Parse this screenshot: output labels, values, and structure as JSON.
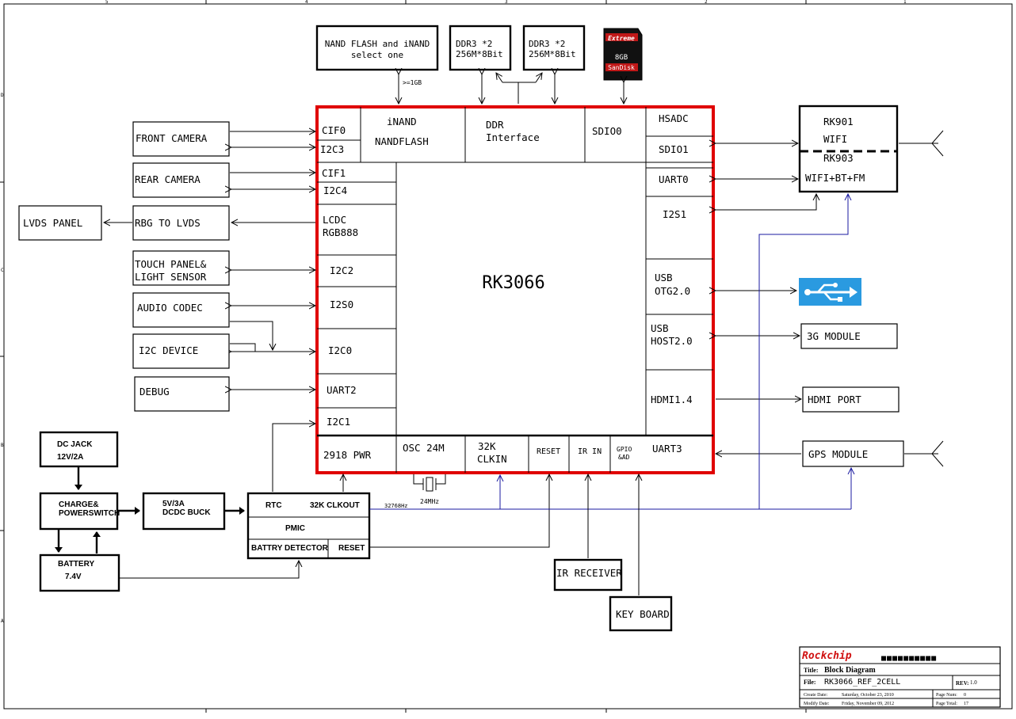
{
  "soc": {
    "name": "RK3066",
    "left_ports": {
      "cif0": "CIF0",
      "i2c3": "I2C3",
      "cif1": "CIF1",
      "i2c4": "I2C4",
      "lcdc_1": "LCDC",
      "lcdc_2": "RGB888",
      "i2c2": "I2C2",
      "i2s0": "I2S0",
      "i2c0": "I2C0",
      "uart2": "UART2",
      "i2c1": "I2C1"
    },
    "top_ports": {
      "inand": "iNAND",
      "nandflash": "NANDFLASH",
      "ddr_1": "DDR",
      "ddr_2": "Interface",
      "sdio0": "SDIO0"
    },
    "right_ports": {
      "hsadc": "HSADC",
      "sdio1": "SDIO1",
      "uart0": "UART0",
      "i2s1": "I2S1",
      "usb_otg_1": "USB",
      "usb_otg_2": "OTG2.0",
      "usb_host_1": "USB",
      "usb_host_2": "HOST2.0",
      "hdmi": "HDMI1.4"
    },
    "bottom_ports": {
      "pwr": "2918 PWR",
      "osc": "OSC 24M",
      "clk_1": "32K",
      "clk_2": "CLKIN",
      "reset": "RESET",
      "irin": "IR IN",
      "gpio_1": "GPIO",
      "gpio_2": "&AD",
      "uart3": "UART3"
    }
  },
  "peripherals": {
    "nand": [
      "NAND FLASH and iNAND",
      "select one"
    ],
    "nand_note": ">=1GB",
    "ddr_a": [
      "DDR3 *2",
      "256M*8Bit"
    ],
    "ddr_b": [
      "DDR3 *2",
      "256M*8Bit"
    ],
    "sdcard": {
      "brand": "SanDisk",
      "line": "Extreme",
      "cap": "8GB"
    },
    "front_camera": "FRONT CAMERA",
    "rear_camera": "REAR CAMERA",
    "lvds_panel": "LVDS PANEL",
    "rgb_to_lvds": "RBG TO LVDS",
    "touch": [
      "TOUCH PANEL&",
      "LIGHT SENSOR"
    ],
    "audio_codec": "AUDIO CODEC",
    "i2c_device": "I2C DEVICE",
    "debug": "DEBUG",
    "wifi_1": [
      "RK901",
      "WIFI"
    ],
    "wifi_2": [
      "RK903",
      "WIFI+BT+FM"
    ],
    "module_3g": "3G MODULE",
    "hdmi_port": "HDMI PORT",
    "gps": "GPS MODULE",
    "dc_jack": [
      "DC JACK",
      "12V/2A"
    ],
    "charge": [
      "CHARGE&",
      "POWERSWITCH"
    ],
    "buck": [
      "5V/3A",
      "DCDC BUCK"
    ],
    "battery": [
      "BATTERY",
      "7.4V"
    ],
    "pmic": {
      "rtc": "RTC",
      "clkout": "32K CLKOUT",
      "name": "PMIC",
      "battery_detector": "BATTRY DETECTOR",
      "reset": "RESET"
    },
    "crystal": "24MHz",
    "clk_32k": "32768Hz",
    "ir_receiver": "IR RECEIVER",
    "keyboard": "KEY BOARD"
  },
  "title_block": {
    "company_logo": "Rockchip",
    "title_label": "Title:",
    "title": "Block Diagram",
    "file_label": "File:",
    "file": "RK3066_REF_2CELL",
    "rev_label": "REV:",
    "rev": "1.0",
    "create_label": "Create Date:",
    "create_date": "Saturday, October 23, 2010",
    "modify_label": "Modify Date:",
    "modify_date": "Friday, November 09, 2012",
    "page_num_label": "Page Num:",
    "page_num": "0",
    "page_total_label": "Page Total:",
    "page_total": "17"
  },
  "border": {
    "top": [
      "5",
      "4",
      "3",
      "2",
      "1"
    ],
    "left": [
      "D",
      "C",
      "B",
      "A"
    ]
  },
  "colors": {
    "soc_outline": "#e00000",
    "bus_blue": "#1a1aa0",
    "usb_icon": "#2a9ae0"
  }
}
